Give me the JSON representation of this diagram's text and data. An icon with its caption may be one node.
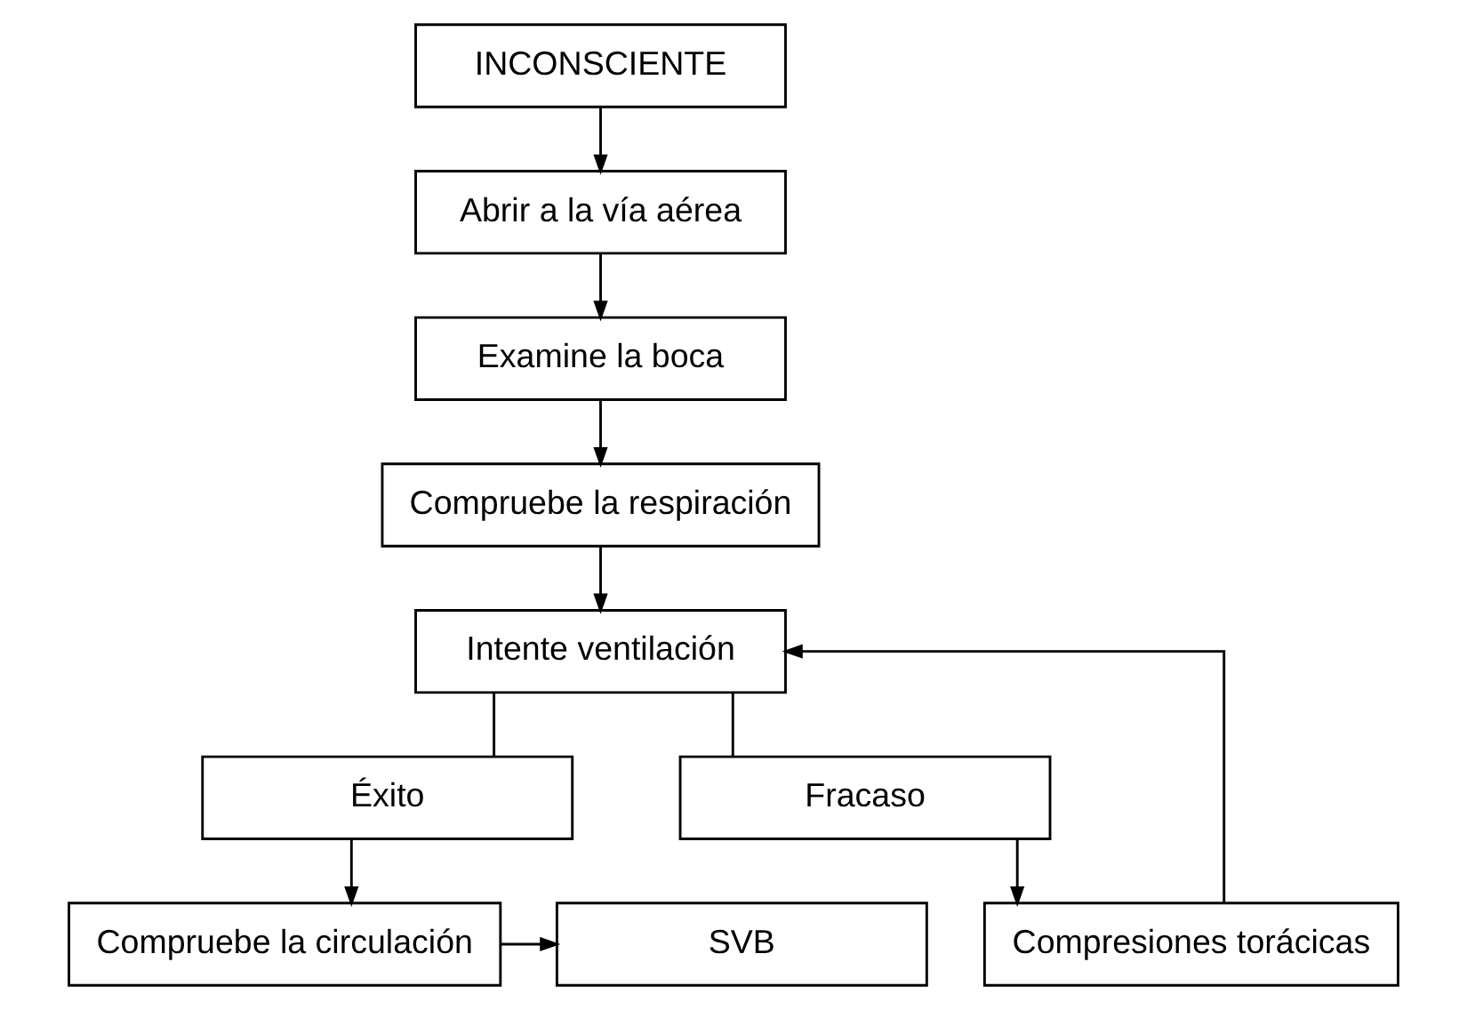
{
  "diagram": {
    "nodes": [
      {
        "text": [
          "INCONSCIENTE"
        ]
      },
      {
        "text": [
          "Abrir a la vía aérea"
        ]
      },
      {
        "text": [
          "Examine la boca"
        ]
      },
      {
        "text": [
          "Compruebe la respiración"
        ]
      },
      {
        "text": [
          "Intente ventilación"
        ]
      },
      {
        "text": [
          "Éxito"
        ]
      },
      {
        "text": [
          "Fracaso"
        ]
      },
      {
        "text": [
          "SVB"
        ]
      },
      {
        "text": [
          "Compruebe la circulación"
        ]
      },
      {
        "text": [
          "Compresiones torácicas"
        ]
      }
    ],
    "edges": [
      {
        "from": 0,
        "to": 1,
        "arrow": "to"
      },
      {
        "from": 1,
        "to": 2,
        "arrow": "to"
      },
      {
        "from": 2,
        "to": 3,
        "arrow": "to"
      },
      {
        "from": 3,
        "to": 4,
        "arrow": "to"
      },
      {
        "from": 4,
        "to": 5,
        "arrow": "none"
      },
      {
        "from": 4,
        "to": 6,
        "arrow": "none"
      },
      {
        "from": 5,
        "to": 8,
        "arrow": "to"
      },
      {
        "from": 6,
        "to": 9,
        "arrow": "to"
      },
      {
        "from": 8,
        "to": 7,
        "arrow": "to"
      },
      {
        "from": 9,
        "to": 4,
        "arrow": "to"
      }
    ]
  }
}
